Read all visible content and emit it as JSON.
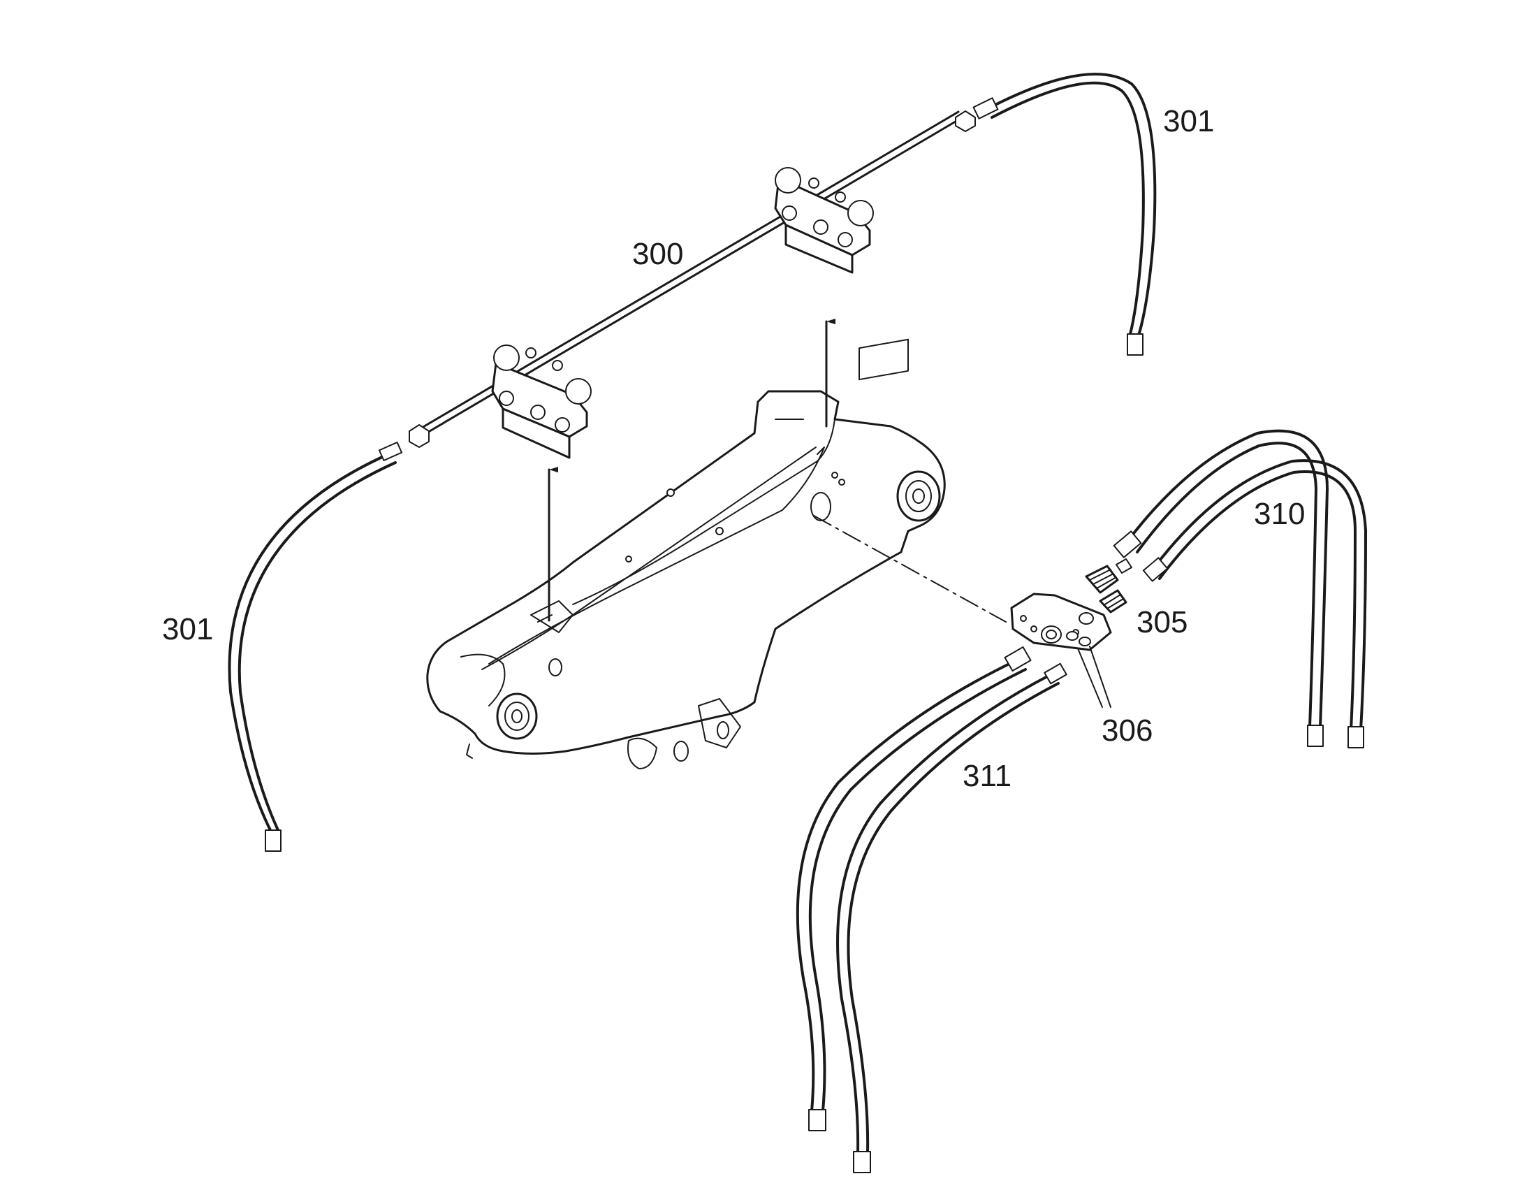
{
  "diagram": {
    "callouts": {
      "tube_assembly": "300",
      "hose_left": "301",
      "hose_right": "301",
      "fittings": "305",
      "seals": "306",
      "hose_pair_right": "310",
      "hose_pair_front": "311"
    }
  }
}
